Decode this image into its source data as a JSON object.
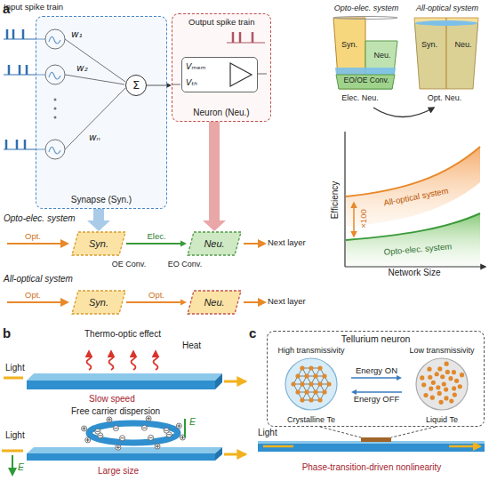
{
  "diagram": {
    "nodes": [
      {
        "text": [
          "Synapse (Syn.)"
        ]
      },
      {
        "text": [
          "Σ"
        ],
        "in": 0
      },
      {
        "text": [
          "Neuron (Neu.)"
        ]
      },
      {
        "text": [
          "Vₘₑₘ",
          "Vₜₕ"
        ],
        "in": 2
      },
      {
        "text": [
          "Syn."
        ]
      },
      {
        "text": [
          "Neu."
        ]
      },
      {
        "text": [
          "Syn."
        ]
      },
      {
        "text": [
          "Neu."
        ]
      },
      {
        "text": [
          "Opto-elec. system"
        ]
      },
      {
        "text": [
          "All-optical system"
        ]
      },
      {
        "text": [
          "Tellurium neuron"
        ]
      },
      {
        "text": [
          "High transmissivity",
          "Crystalline Te"
        ],
        "in": 10
      },
      {
        "text": [
          "Low transmissivity",
          "Liquid Te"
        ],
        "in": 10
      }
    ],
    "edges": [
      {
        "from": 1,
        "to": 2,
        "arrow": "to"
      },
      {
        "from": 0,
        "to": 4,
        "arrow": "to"
      },
      {
        "from": 2,
        "to": 5,
        "arrow": "to"
      },
      {
        "from": 4,
        "to": 5,
        "label": "Elec.",
        "arrow": "to"
      },
      {
        "from": 6,
        "to": 7,
        "label": "Opt.",
        "arrow": "to"
      },
      {
        "from": 11,
        "to": 12,
        "label": "Energy ON",
        "arrow": "to"
      },
      {
        "from": 12,
        "to": 11,
        "label": "Energy OFF",
        "arrow": "to"
      }
    ],
    "labels": [
      "a",
      "Input spike train",
      "w₁",
      "w₂",
      "wₙ",
      "Output spike train",
      "Opto-elec. system",
      "Opt.",
      "OE Conv.",
      "EO Conv.",
      "Next layer",
      "All-optical system",
      "Opt.",
      "Next layer",
      "Syn.",
      "Neu.",
      "EO/OE Conv.",
      "Syn.",
      "Neu.",
      "Elec. Neu.",
      "Opt. Neu.",
      "Efficiency",
      "Network Size",
      "All-optical system",
      "Opto-elec. system",
      "×100",
      "b",
      "Thermo-optic effect",
      "Heat",
      "Light",
      "Slow speed",
      "Free carrier dispersion",
      "Light",
      "E",
      "E",
      "Large size",
      "c",
      "Light",
      "Phase-transition-driven nonlinearity"
    ]
  }
}
